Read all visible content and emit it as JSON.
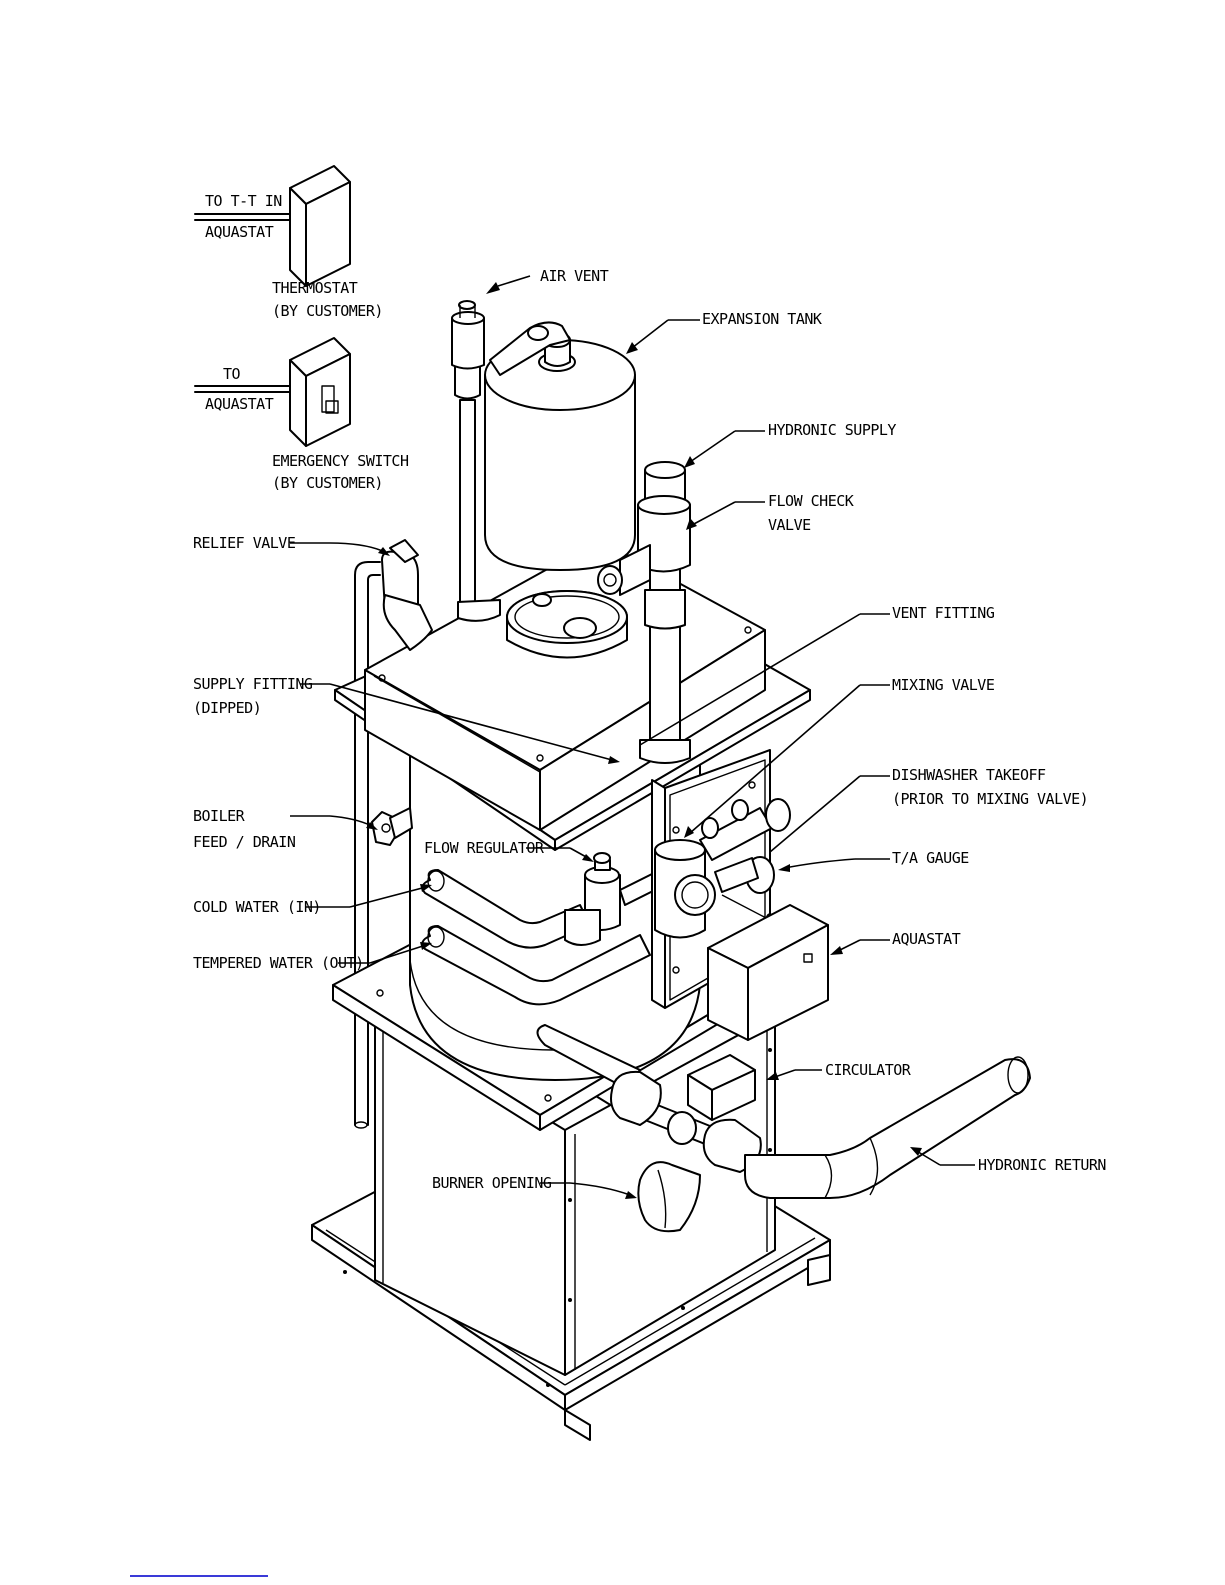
{
  "labels": {
    "to_ti_in": "TO T-T IN",
    "aquastat_top": "AQUASTAT",
    "thermostat": "THERMOSTAT",
    "thermostat_by_customer": "(BY CUSTOMER)",
    "to": "TO",
    "aquastat_mid": "AQUASTAT",
    "emergency_switch": "EMERGENCY SWITCH",
    "emergency_by_customer": "(BY CUSTOMER)",
    "air_vent": "AIR VENT",
    "expansion_tank": "EXPANSION TANK",
    "hydronic_supply": "HYDRONIC SUPPLY",
    "flow_check_valve_1": "FLOW CHECK",
    "flow_check_valve_2": "VALVE",
    "relief_valve": "RELIEF VALVE",
    "vent_fitting": "VENT FITTING",
    "supply_fitting_1": "SUPPLY FITTING",
    "supply_fitting_2": "(DIPPED)",
    "mixing_valve": "MIXING VALVE",
    "dishwasher_takeoff_1": "DISHWASHER TAKEOFF",
    "dishwasher_takeoff_2": "(PRIOR TO MIXING VALVE)",
    "boiler_feed_1": "BOILER",
    "boiler_feed_2": "FEED / DRAIN",
    "flow_regulator": "FLOW REGULATOR",
    "ta_gauge": "T/A GAUGE",
    "cold_water": "COLD WATER (IN)",
    "aquastat_unit": "AQUASTAT",
    "tempered_water": "TEMPERED WATER (OUT)",
    "circulator": "CIRCULATOR",
    "hydronic_return": "HYDRONIC RETURN",
    "burner_opening": "BURNER OPENING"
  }
}
